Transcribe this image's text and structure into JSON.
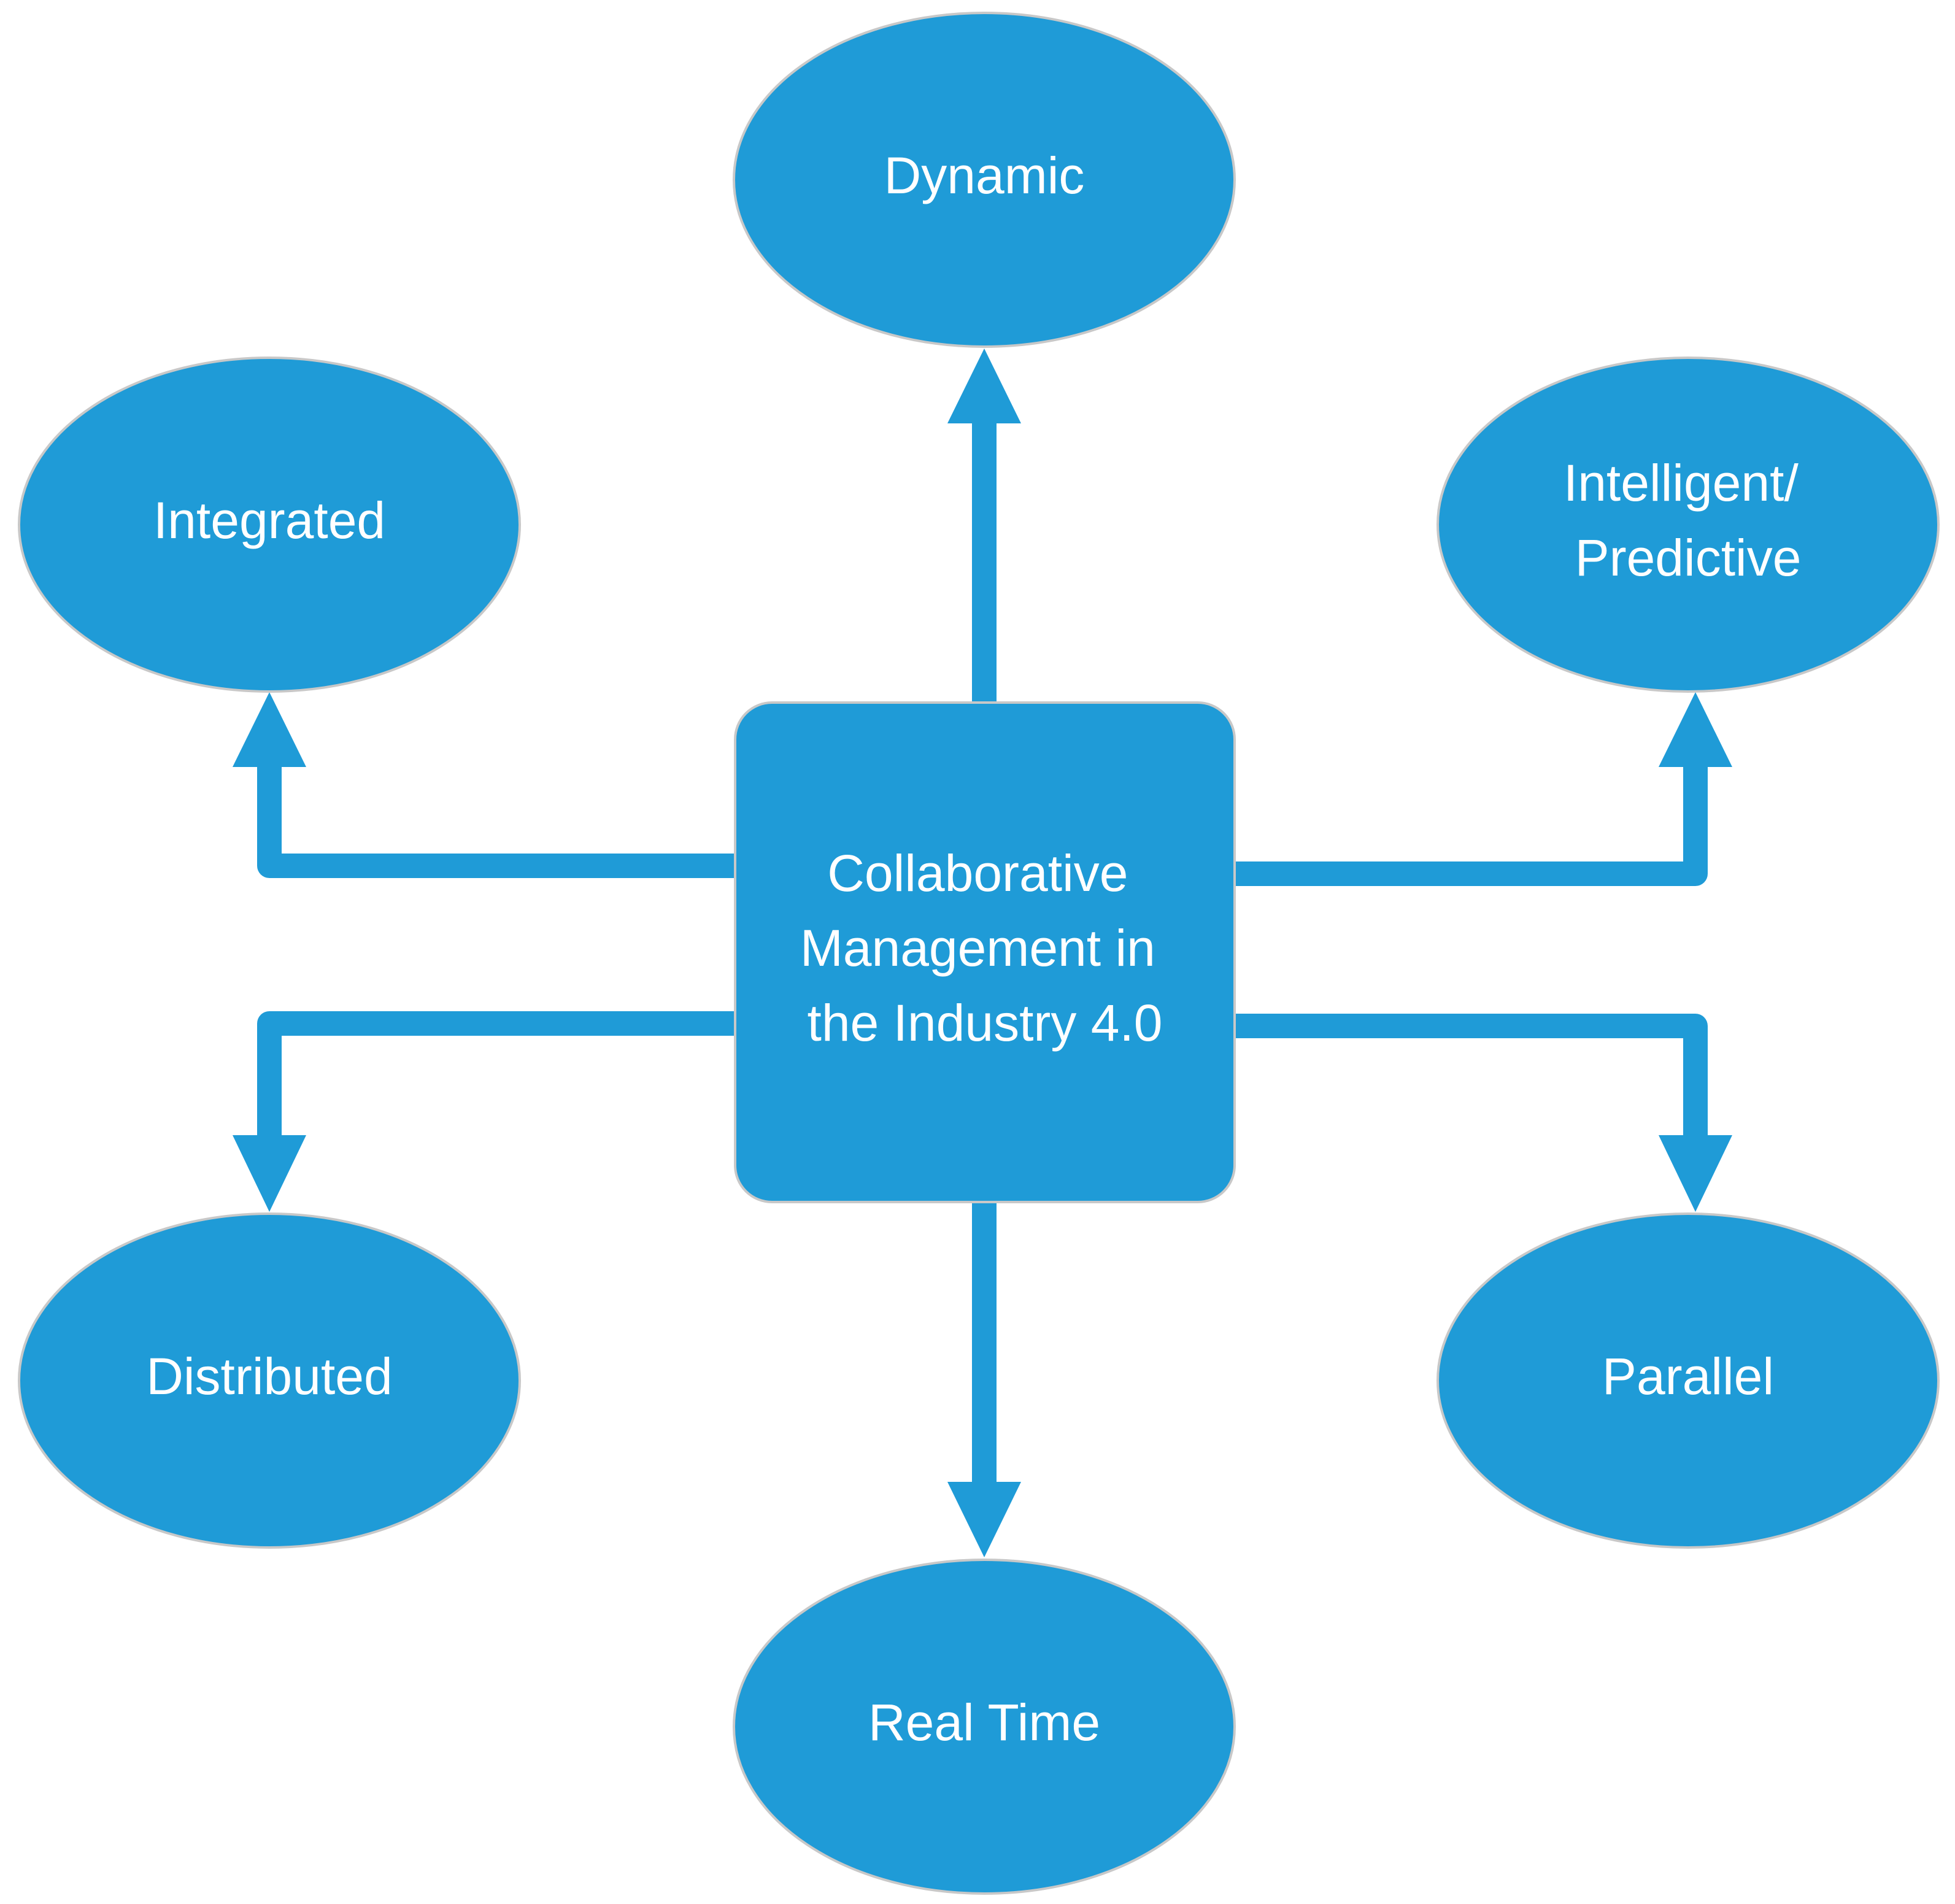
{
  "colors": {
    "node_fill": "#1f9bd7",
    "node_border": "#c8c8c8",
    "arrow": "#1f9bd7",
    "label_text": "#ffffff"
  },
  "center": {
    "lines": [
      "Collaborative",
      "Management in",
      "the Industry 4.0"
    ]
  },
  "nodes": {
    "dynamic": {
      "lines": [
        "Dynamic"
      ]
    },
    "integrated": {
      "lines": [
        "Integrated"
      ]
    },
    "intelligent": {
      "lines": [
        "Intelligent/",
        "Predictive"
      ]
    },
    "distributed": {
      "lines": [
        "Distributed"
      ]
    },
    "parallel": {
      "lines": [
        "Parallel"
      ]
    },
    "real_time": {
      "lines": [
        "Real Time"
      ]
    }
  }
}
